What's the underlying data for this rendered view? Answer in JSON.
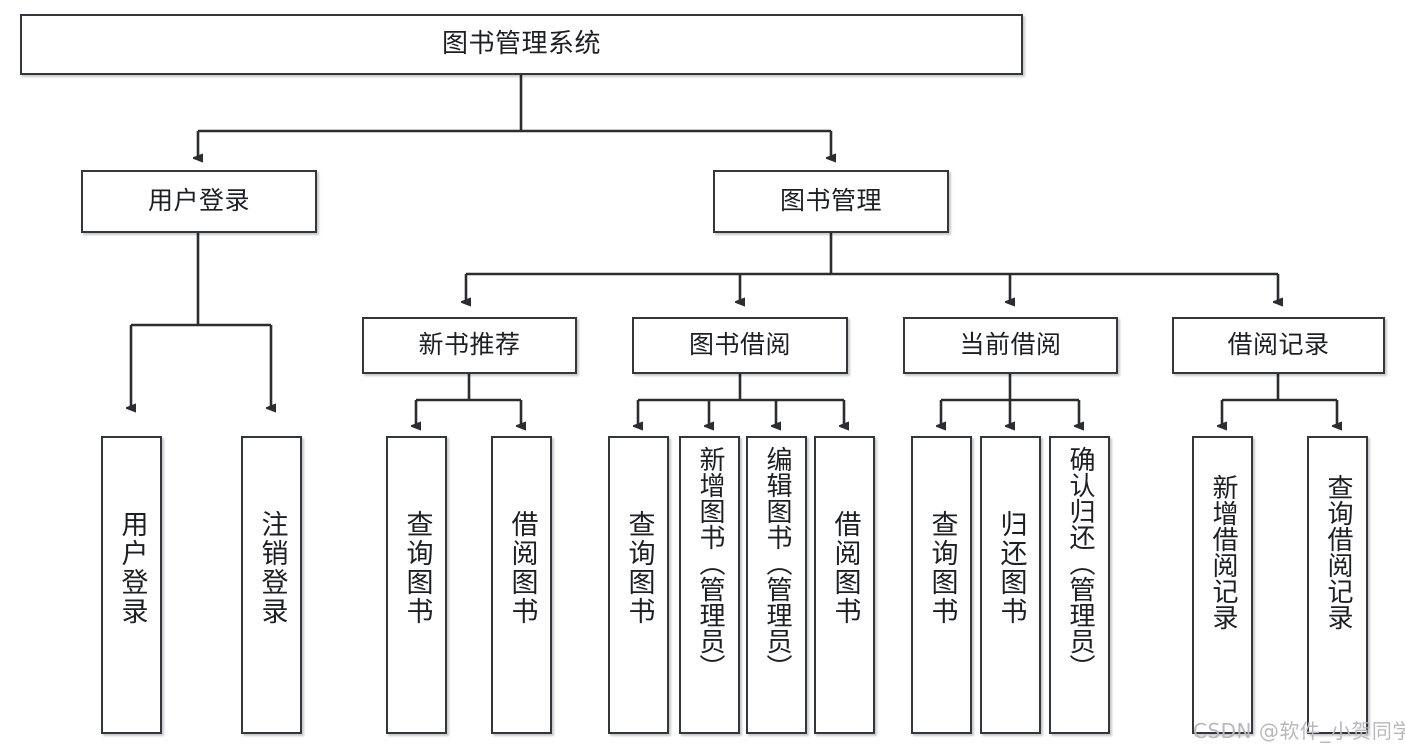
{
  "diagram": {
    "title": "图书管理系统",
    "type": "tree-hierarchy",
    "colors": {
      "node_border": "#33363a",
      "node_fill": "#ffffff",
      "edge": "#2b2d30",
      "text": "#1d1f22",
      "watermark": "#b9b9bb",
      "background": "#ffffff"
    },
    "levels": {
      "root": "图书管理系统",
      "level2": [
        "用户登录",
        "图书管理"
      ],
      "level3": [
        "新书推荐",
        "图书借阅",
        "当前借阅",
        "借阅记录"
      ]
    },
    "nodes": {
      "root": {
        "label": "图书管理系统"
      },
      "user_login": {
        "label": "用户登录"
      },
      "book_manage": {
        "label": "图书管理"
      },
      "new_book_rec": {
        "label": "新书推荐"
      },
      "book_borrow": {
        "label": "图书借阅"
      },
      "current_borrow": {
        "label": "当前借阅"
      },
      "borrow_record": {
        "label": "借阅记录"
      },
      "leaf_user_login": {
        "label": "用户登录"
      },
      "leaf_logout": {
        "label": "注销登录"
      },
      "leaf_query_book_1": {
        "label": "查询图书"
      },
      "leaf_borrow_book_1": {
        "label": "借阅图书"
      },
      "leaf_query_book_2": {
        "label": "查询图书"
      },
      "leaf_add_book": {
        "label": "新增图书（管理员）"
      },
      "leaf_edit_book": {
        "label": "编辑图书（管理员）"
      },
      "leaf_borrow_book_2": {
        "label": "借阅图书"
      },
      "leaf_query_book_3": {
        "label": "查询图书"
      },
      "leaf_return_book": {
        "label": "归还图书"
      },
      "leaf_confirm_return": {
        "label": "确认归还（管理员）"
      },
      "leaf_add_record": {
        "label": "新增借阅记录"
      },
      "leaf_query_record": {
        "label": "查询借阅记录"
      }
    },
    "watermark": "CSDN @软件_小贺同学"
  }
}
